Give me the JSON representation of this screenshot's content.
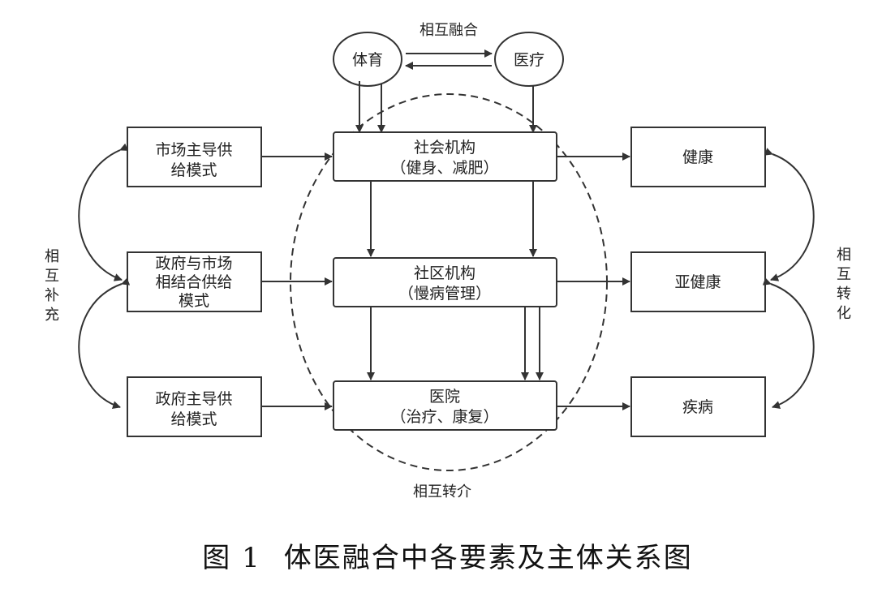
{
  "diagram": {
    "top_label": "相互融合",
    "sports": "体育",
    "medical": "医疗",
    "left_boxes": [
      [
        "市场主导供",
        "给模式"
      ],
      [
        "政府与市场",
        "相结合供给",
        "模式"
      ],
      [
        "政府主导供",
        "给模式"
      ]
    ],
    "center_boxes": [
      [
        "社会机构",
        "（健身、减肥）"
      ],
      [
        "社区机构",
        "（慢病管理）"
      ],
      [
        "医院",
        "（治疗、康复）"
      ]
    ],
    "right_boxes": [
      "健康",
      "亚健康",
      "疾病"
    ],
    "left_side_label": [
      "相",
      "互",
      "补",
      "充"
    ],
    "right_side_label": [
      "相",
      "互",
      "转",
      "化"
    ],
    "bottom_label": "相互转介"
  },
  "caption": {
    "figure_no": "图 1",
    "title": "体医融合中各要素及主体关系图"
  }
}
